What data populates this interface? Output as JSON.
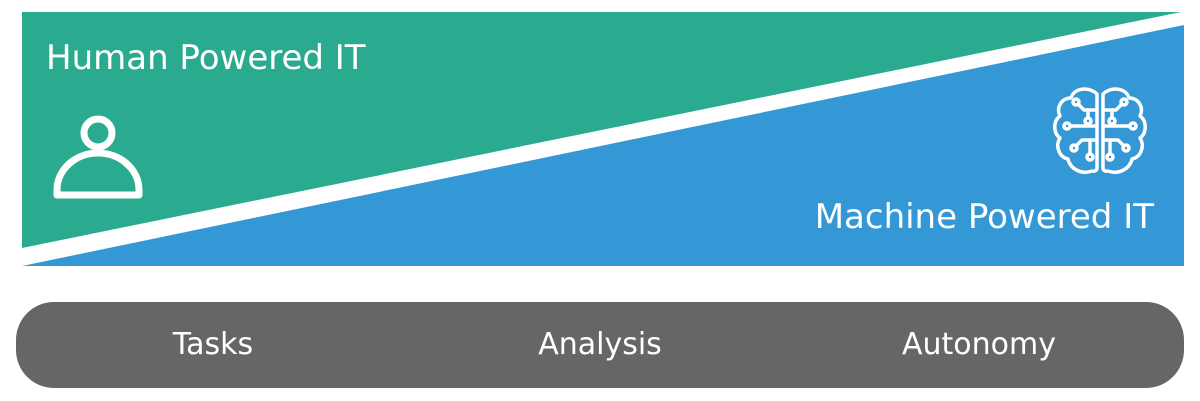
{
  "labels": {
    "human": "Human Powered IT",
    "machine": "Machine Powered IT"
  },
  "icons": {
    "human": "person-icon",
    "machine": "brain-circuit-icon"
  },
  "bar": {
    "items": [
      "Tasks",
      "Analysis",
      "Autonomy"
    ]
  },
  "colors": {
    "human_region": "#2aab90",
    "machine_region": "#3398d5",
    "bar": "#666666",
    "text": "#ffffff"
  }
}
